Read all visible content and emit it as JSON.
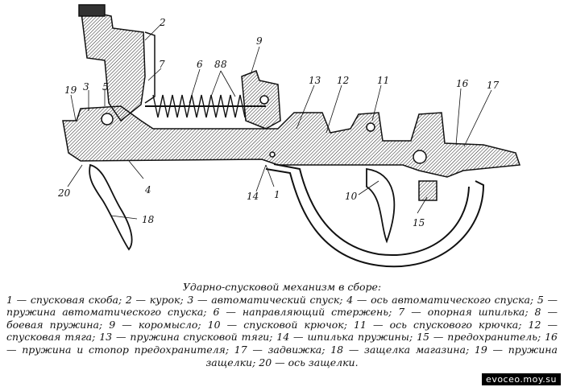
{
  "caption": {
    "title": "Ударно-спусковой механизм в сборе:",
    "body": "1 — спусковая скоба; 2 — курок; 3 — автоматический спуск; 4 — ось автоматического спуска; 5 — пружина автоматического спуска; 6 — направляющий стержень; 7 — опорная шпилька; 8 — боевая пружина; 9 — коромысло; 10 — спусковой крючок; 11 — ось спускового крючка; 12 — спусковая тяга; 13 — пружина спусковой тяги; 14 — шпилька пружины; 15 — предохранитель; 16 — пружина и стопор предохранителя; 17 — задвижка; 18 — защелка магазина; 19 — пружина защелки; 20 — ось защелки."
  },
  "callouts": [
    "1",
    "2",
    "3",
    "4",
    "5",
    "6",
    "7",
    "8",
    "8",
    "9",
    "10",
    "11",
    "12",
    "13",
    "14",
    "15",
    "16",
    "17",
    "18",
    "19",
    "20"
  ],
  "watermark": "evoceo.moy.su"
}
